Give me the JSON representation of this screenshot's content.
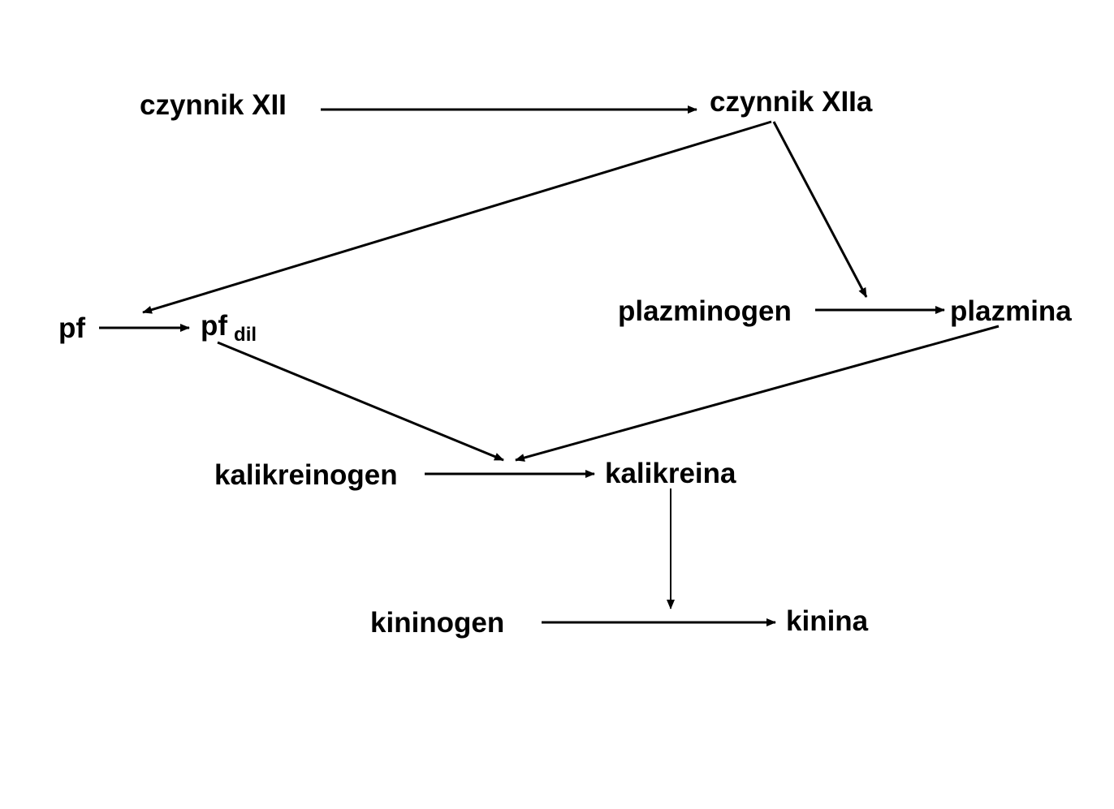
{
  "diagram": {
    "nodes": {
      "factor_xii": "czynnik XII",
      "factor_xiia": "czynnik XIIa",
      "pf": "pf",
      "pf_dil": "pf",
      "pf_dil_sub": "dil",
      "plasminogen": "plazminogen",
      "plasmin": "plazmina",
      "kallikreinogen": "kalikreinogen",
      "kallikrein": "kalikreina",
      "kininogen": "kininogen",
      "kinin": "kinina"
    },
    "edges": [
      {
        "from": "factor_xii",
        "to": "factor_xiia"
      },
      {
        "from": "factor_xiia",
        "to": "pf_dil"
      },
      {
        "from": "factor_xiia",
        "to": "plasminogen"
      },
      {
        "from": "pf",
        "to": "pf_dil"
      },
      {
        "from": "plasminogen",
        "to": "plasmin"
      },
      {
        "from": "pf_dil",
        "to": "kallikreinogen"
      },
      {
        "from": "plasmin",
        "to": "kallikreinogen"
      },
      {
        "from": "kallikreinogen",
        "to": "kallikrein"
      },
      {
        "from": "kallikrein",
        "to": "kininogen"
      },
      {
        "from": "kininogen",
        "to": "kinin"
      }
    ]
  }
}
